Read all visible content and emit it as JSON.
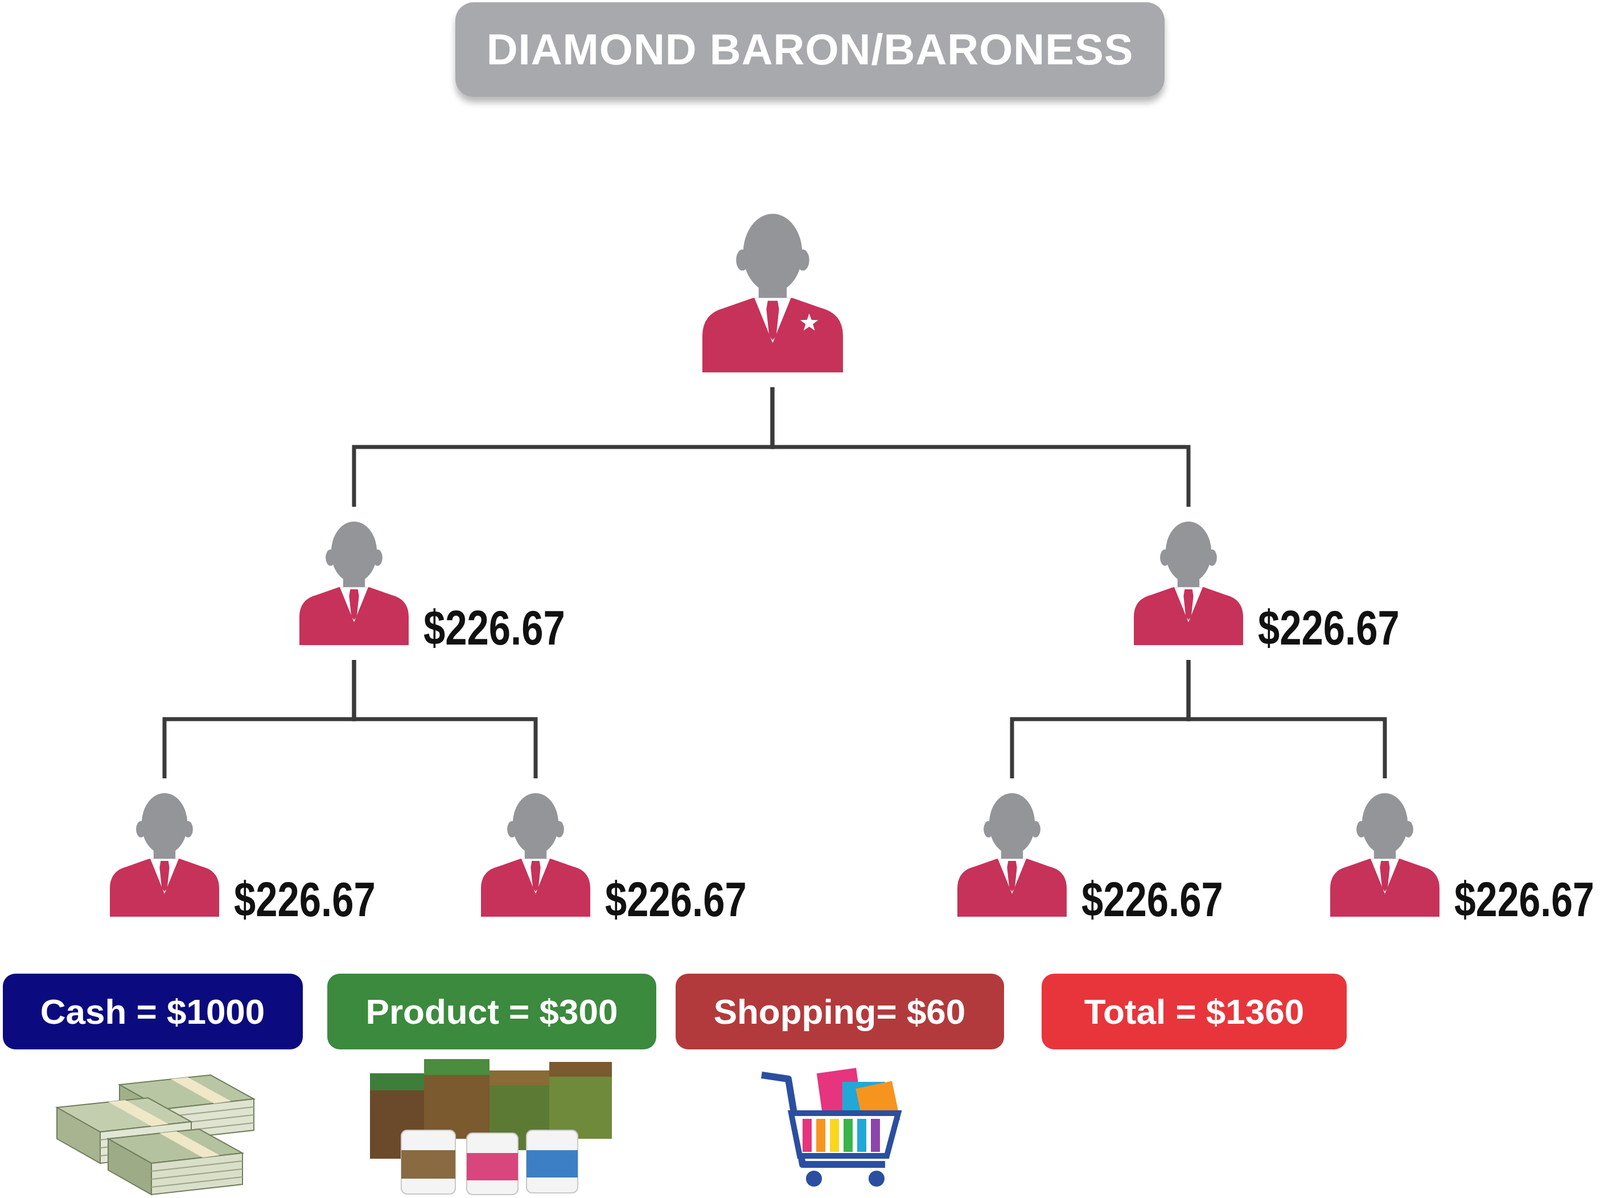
{
  "diagram": {
    "title": "DIAMOND BARON/BARONESS",
    "nodes": [
      {
        "text": []
      },
      {
        "text": [
          "$226.67"
        ],
        "in": 0
      },
      {
        "text": [
          "$226.67"
        ]
      },
      {
        "text": [
          "$226.67"
        ]
      },
      {
        "text": [
          "$226.67"
        ]
      },
      {
        "text": [
          "$226.67"
        ]
      },
      {
        "text": [
          "$226.67"
        ]
      },
      {
        "text": [
          "Cash = $1000"
        ]
      },
      {
        "text": [
          "Product = $300"
        ]
      },
      {
        "text": [
          "Shopping= $60"
        ]
      },
      {
        "text": [
          "Total = $1360"
        ]
      }
    ],
    "edges": [
      {
        "from": 0,
        "to": 1,
        "arrow": "none"
      },
      {
        "from": 0,
        "to": 2,
        "arrow": "none"
      },
      {
        "from": 1,
        "to": 3,
        "arrow": "none"
      },
      {
        "from": 1,
        "to": 4,
        "arrow": "none"
      },
      {
        "from": 2,
        "to": 5,
        "arrow": "none"
      },
      {
        "from": 2,
        "to": 6,
        "arrow": "none"
      }
    ]
  }
}
